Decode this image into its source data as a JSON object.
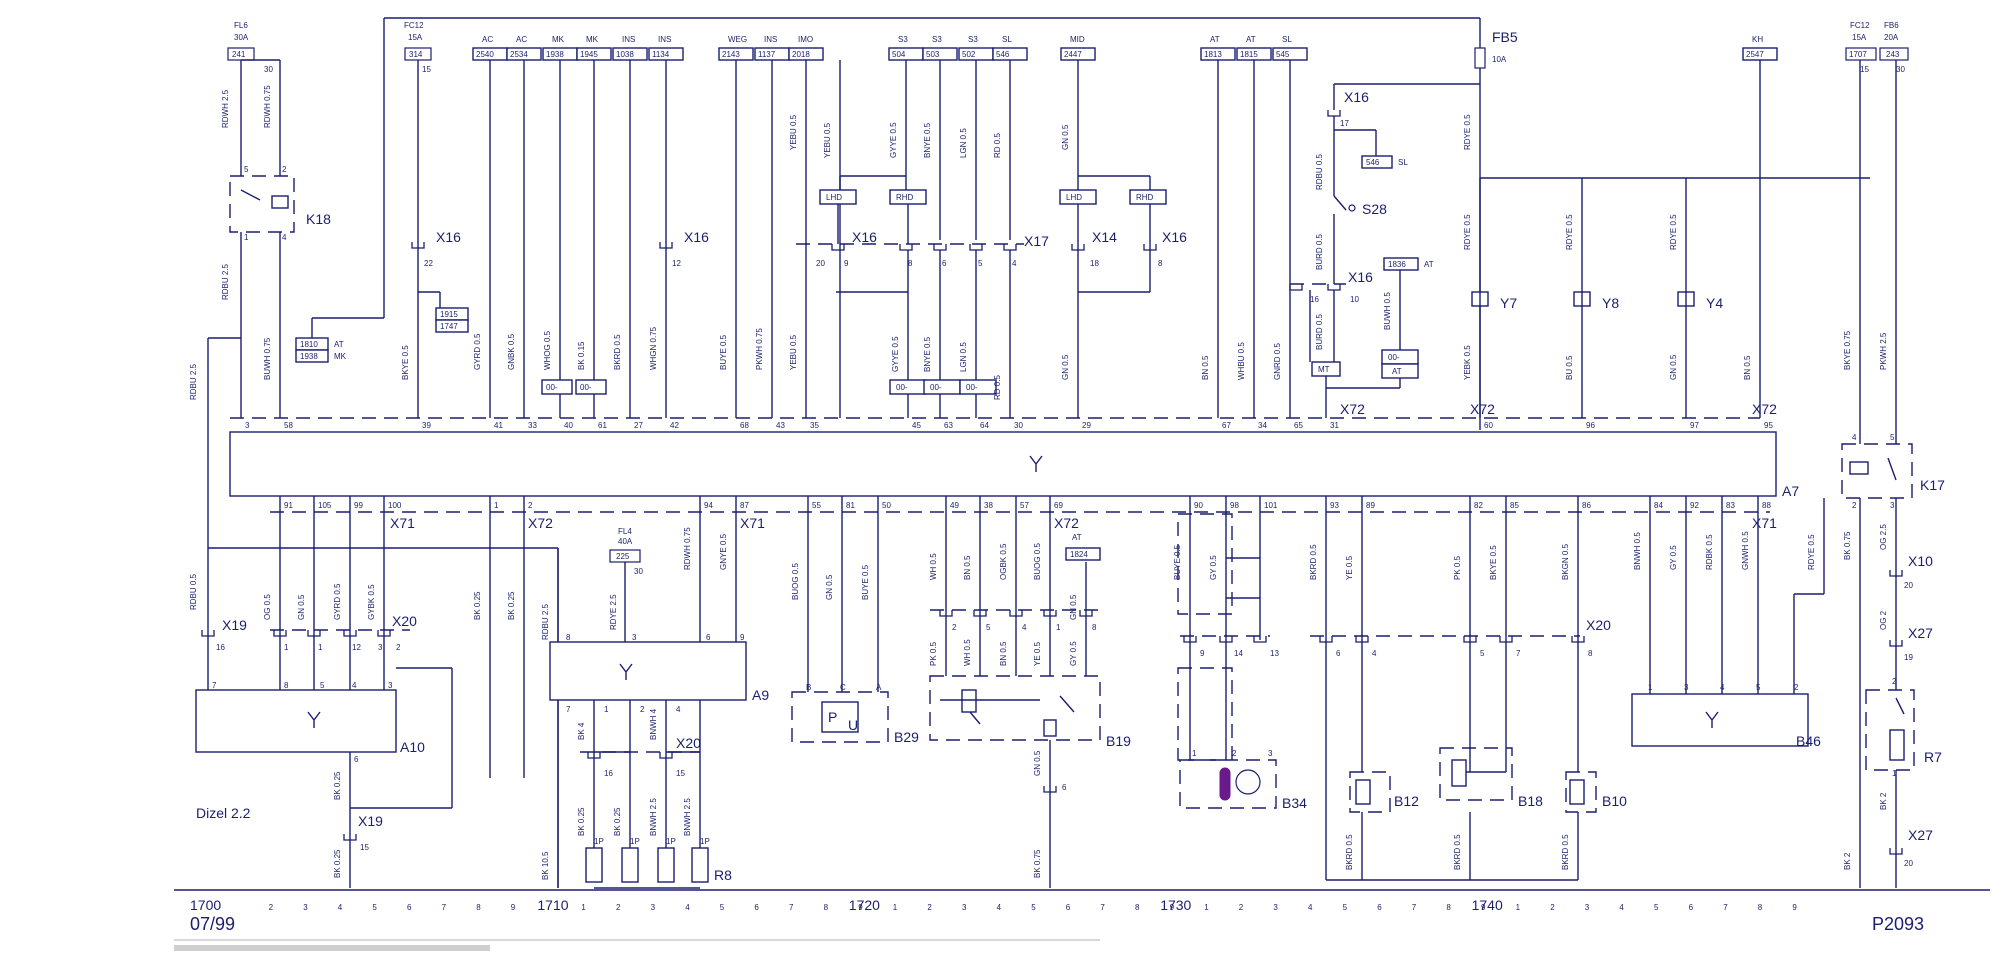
{
  "fuses_top": [
    {
      "name": "FL6",
      "rating": "30A",
      "num": "241",
      "pin": "30"
    },
    {
      "name": "FC12",
      "rating": "15A",
      "num": "314",
      "pin": "15"
    },
    {
      "name": "FC12",
      "rating": "15A",
      "num": "1707",
      "pin": "15"
    },
    {
      "name": "FB6",
      "rating": "20A",
      "num": "243",
      "pin": "30"
    },
    {
      "name": "FL4",
      "rating": "40A",
      "num": "225",
      "pin": "30"
    },
    {
      "name": "FB5",
      "rating": "10A"
    }
  ],
  "top_refs": [
    {
      "tag": "AC",
      "num": "2540"
    },
    {
      "tag": "AC",
      "num": "2534"
    },
    {
      "tag": "MK",
      "num": "1938"
    },
    {
      "tag": "MK",
      "num": "1945"
    },
    {
      "tag": "INS",
      "num": "1038"
    },
    {
      "tag": "INS",
      "num": "1134"
    },
    {
      "tag": "WEG",
      "num": "2143"
    },
    {
      "tag": "INS",
      "num": "1137"
    },
    {
      "tag": "IMO",
      "num": "2018"
    },
    {
      "tag": "S3",
      "num": "504"
    },
    {
      "tag": "S3",
      "num": "503"
    },
    {
      "tag": "S3",
      "num": "502"
    },
    {
      "tag": "SL",
      "num": "546"
    },
    {
      "tag": "MID",
      "num": "2447"
    },
    {
      "tag": "AT",
      "num": "1813"
    },
    {
      "tag": "AT",
      "num": "1815"
    },
    {
      "tag": "SL",
      "num": "545"
    },
    {
      "tag": "KH",
      "num": "2547"
    }
  ],
  "components": {
    "k18": "K18",
    "k17": "K17",
    "a7": "A7",
    "a9": "A9",
    "a10": "A10",
    "b29": "B29",
    "b19": "B19",
    "b34": "B34",
    "b12": "B12",
    "b18": "B18",
    "b10": "B10",
    "b46": "B46",
    "r7": "R7",
    "r8": "R8",
    "y7": "Y7",
    "y8": "Y8",
    "y4": "Y4",
    "s28": "S28"
  },
  "connectors": [
    "X16",
    "X17",
    "X14",
    "X72",
    "X71",
    "X19",
    "X20",
    "X10",
    "X27"
  ],
  "wire_colors": [
    "RDWH 2.5",
    "RDWH 0.75",
    "RDBU 2.5",
    "BUWH 0.75",
    "BKYE 0.5",
    "GYRD 0.5",
    "GNBK 0.5",
    "WHOG 0.5",
    "BK 0.25",
    "WHGN 0.75",
    "BUYE 0.5",
    "PKWH 0.75",
    "YEBU 0.5",
    "GYYE 0.5",
    "BNYE 0.5",
    "LGN 0.5",
    "RD 0.5",
    "GN 0.5",
    "BN 0.5",
    "WHBU 0.5",
    "GNRD 0.5",
    "BURD 0.5",
    "BUWH 0.5",
    "RDYE 0.5",
    "YEBK 0.5",
    "BKYE 0.75",
    "PKWH 2.5"
  ],
  "refs_side": [
    {
      "ref": "1810",
      "tag": "AT"
    },
    {
      "ref": "1938",
      "tag": "MK"
    },
    {
      "ref": "1915"
    },
    {
      "ref": "1747"
    },
    {
      "ref": "1836",
      "tag": "AT"
    },
    {
      "ref": "546",
      "tag": "SL"
    },
    {
      "ref": "1824",
      "tag": "AT"
    }
  ],
  "labels": {
    "lhd": "LHD",
    "rhd": "RHD",
    "mt": "MT",
    "at": "AT",
    "oo": "00-",
    "engine": "Dizel 2.2",
    "date": "07/99",
    "page": "P2093"
  },
  "footer": {
    "sections": [
      "1700",
      "1710",
      "1720",
      "1730",
      "1740"
    ],
    "digits": [
      "1",
      "2",
      "3",
      "4",
      "5",
      "6",
      "7",
      "8",
      "9"
    ]
  },
  "colors": {
    "ink": "#1a1f6e",
    "accent": "#6a1a8a",
    "background": "#ffffff"
  }
}
